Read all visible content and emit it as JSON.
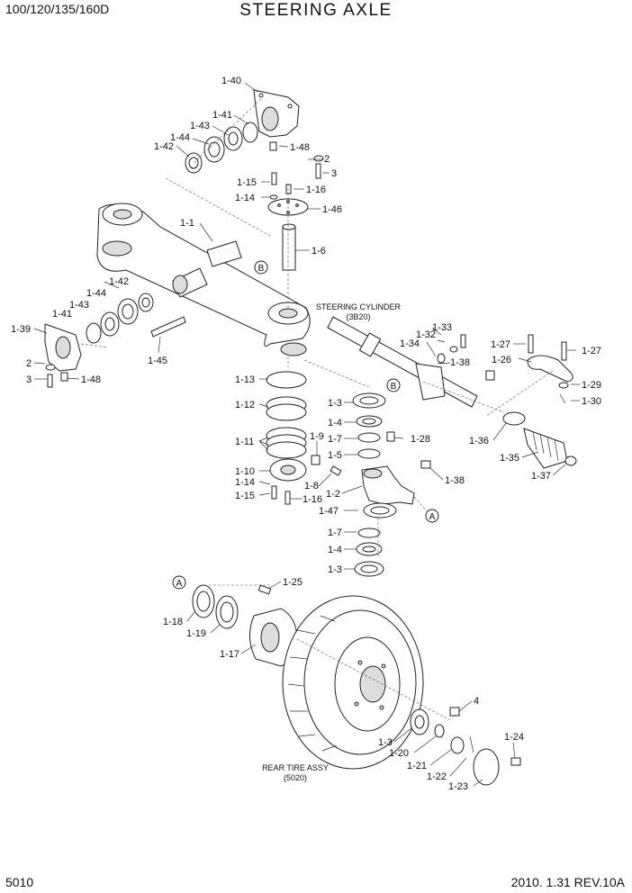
{
  "header": {
    "model": "100/120/135/160D",
    "title": "STEERING AXLE"
  },
  "footer": {
    "page": "5010",
    "revision": "2010. 1.31  REV.10A"
  },
  "labels": [
    "1-40",
    "1-41",
    "1-43",
    "1-44",
    "1-42",
    "1-48",
    "2",
    "3",
    "1-15",
    "1-16",
    "1-14",
    "1-46",
    "1-1",
    "1-6",
    "1-42",
    "1-44",
    "1-43",
    "1-41",
    "1-39",
    "2",
    "3",
    "1-48",
    "1-45",
    "1-33",
    "1-32",
    "1-34",
    "1-27",
    "1-27",
    "1-26",
    "1-38",
    "1-29",
    "1-30",
    "1-13",
    "1-3",
    "1-12",
    "1-4",
    "1-7",
    "1-5",
    "1-28",
    "1-9",
    "1-11",
    "1-36",
    "1-35",
    "1-37",
    "1-10",
    "1-14",
    "1-15",
    "1-16",
    "1-8",
    "1-2",
    "1-38",
    "1-47",
    "1-7",
    "1-4",
    "1-3",
    "1-25",
    "1-18",
    "1-19",
    "1-17",
    "4",
    "1-3",
    "1-20",
    "1-21",
    "1-22",
    "1-23",
    "1-24"
  ],
  "callouts": [
    "B",
    "B",
    "A",
    "A"
  ],
  "notes": {
    "steering_cylinder": "STEERING CYLINDER",
    "steering_cylinder_ref": "(3B20)",
    "rear_tire": "REAR TIRE ASSY",
    "rear_tire_ref": "(5020)"
  }
}
